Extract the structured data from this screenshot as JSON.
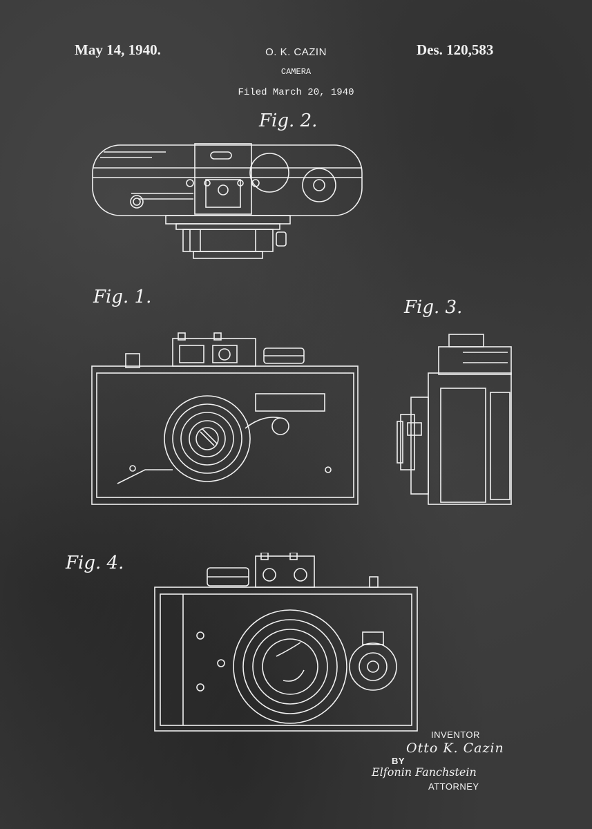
{
  "header": {
    "date": "May 14, 1940.",
    "inventor_name": "O. K. CAZIN",
    "title": "CAMERA",
    "filed": "Filed March 20, 1940",
    "patent_number": "Des. 120,583"
  },
  "figures": [
    {
      "label": "Fig. 2.",
      "view": "top view"
    },
    {
      "label": "Fig. 1.",
      "view": "front view"
    },
    {
      "label": "Fig. 3.",
      "view": "side view"
    },
    {
      "label": "Fig. 4.",
      "view": "rear/front view"
    }
  ],
  "footer": {
    "inventor_label": "INVENTOR",
    "inventor_signature": "Otto K. Cazin",
    "by_label": "BY",
    "attorney_signature": "Elfonin Fanchstein",
    "attorney_label": "ATTORNEY"
  },
  "colors": {
    "background": "#3a3a3a",
    "ink": "#f0f0f0"
  }
}
